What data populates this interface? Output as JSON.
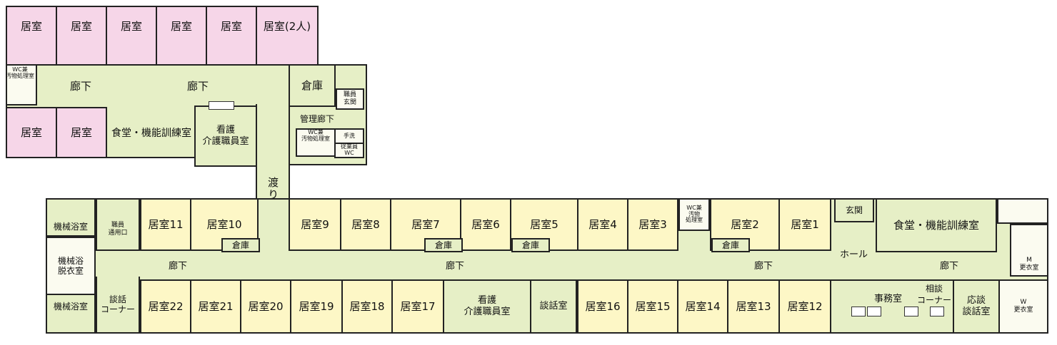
{
  "upper_wing": {
    "rooms_top": [
      "居室",
      "居室",
      "居室",
      "居室",
      "居室",
      "居室(2人)"
    ],
    "rooms_lower": [
      "居室",
      "居室"
    ],
    "wc_label": "WC兼\n汚物処理室",
    "corridor_left": "廊下",
    "corridor_right": "廊下",
    "dining": "食堂・機能訓練室",
    "nurse_station": "看護\n介護職員室",
    "storage": "倉庫",
    "staff_entrance": "職員\n玄関",
    "admin_corridor": "管理廊下",
    "wc2": "WC兼\n汚物処理室",
    "handwash": "手洗",
    "staff_wc": "従業員\nWC"
  },
  "connector": {
    "label": "渡り廊下"
  },
  "lower_wing": {
    "mech_bath_1": "機械浴室",
    "mech_changing": "機械浴\n脱衣室",
    "mech_bath_2": "機械浴室",
    "staff_wc_small": "職員\n通用口",
    "lounge_left": "談話\nコーナー",
    "rooms_north": [
      {
        "label": "居室11"
      },
      {
        "label": "居室10"
      },
      {
        "label": "居室9"
      },
      {
        "label": "居室8"
      },
      {
        "label": "居室7"
      },
      {
        "label": "居室6"
      },
      {
        "label": "居室5"
      },
      {
        "label": "居室4"
      },
      {
        "label": "居室3"
      },
      {
        "label": "居室2"
      },
      {
        "label": "居室1"
      }
    ],
    "storage_labels": [
      "倉庫",
      "倉庫",
      "倉庫",
      "倉庫"
    ],
    "corridor_labels": [
      "廊下",
      "廊下",
      "廊下",
      "廊下"
    ],
    "hall": "ホール",
    "entrance": "玄関",
    "dining_2": "食堂・機能訓練室",
    "wc_small": "WC兼\n汚物\n処理室",
    "rooms_south": [
      {
        "label": "居室22"
      },
      {
        "label": "居室21"
      },
      {
        "label": "居室20"
      },
      {
        "label": "居室19"
      },
      {
        "label": "居室18"
      },
      {
        "label": "居室17"
      },
      {
        "label": "居室16"
      },
      {
        "label": "居室15"
      },
      {
        "label": "居室14"
      },
      {
        "label": "居室13"
      },
      {
        "label": "居室12"
      }
    ],
    "nurse_station_2": "看護\n介護職員室",
    "talk_room": "談話室",
    "office": "事務室",
    "consult_corner": "相談\nコーナー",
    "consult_room": "応談\n談話室",
    "m_changing": "M\n更衣室",
    "w_changing": "W\n更衣室"
  },
  "colors": {
    "resident_room_yellow": "#fdf7c6",
    "upper_room_pink": "#f6d6e8",
    "common_green": "#e6efc6"
  }
}
